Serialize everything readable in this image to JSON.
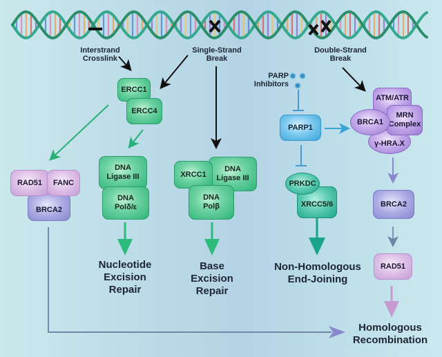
{
  "damage_labels": {
    "interstrand": [
      "Interstrand",
      "Crosslink"
    ],
    "single_strand": [
      "Single-Strand",
      "Break"
    ],
    "double_strand": [
      "Double-Strand",
      "Break"
    ]
  },
  "parp_inhibitors": [
    "PARP",
    "Inhibitors"
  ],
  "proteins": {
    "ercc1": "ERCC1",
    "ercc4": "ERCC4",
    "rad51_fanc": "RAD51",
    "fanc": "FANC",
    "brca2_left": "BRCA2",
    "ner_ligase": [
      "DNA",
      "Ligase III"
    ],
    "ner_pol": [
      "DNA",
      "Polδ/ε"
    ],
    "xrcc1": "XRCC1",
    "ber_ligase": [
      "DNA",
      "Ligase III"
    ],
    "ber_pol": [
      "DNA",
      "Polβ"
    ],
    "parp1": "PARP1",
    "prkdc": "PRKDC",
    "xrcc56": "XRCC5/6",
    "atm_atr": "ATM/ATR",
    "brca1": "BRCA1",
    "mrn": [
      "MRN",
      "Complex"
    ],
    "h2ax": "γ-HRA.X",
    "brca2_right": "BRCA2",
    "rad51_right": "RAD51"
  },
  "pathways": {
    "ner": [
      "Nucleotide",
      "Excision",
      "Repair"
    ],
    "ber": [
      "Base",
      "Excision",
      "Repair"
    ],
    "nhej": [
      "Non-Homologous",
      "End-Joining"
    ],
    "hr": [
      "Homologous",
      "Recombination"
    ]
  },
  "colors": {
    "green": "#2fb37a",
    "teal": "#1da58a",
    "blue": "#3ba3d8",
    "purple": "#9b78d4",
    "pink": "#c69ed6",
    "lavender": "#8787cf",
    "dna_strand": "#2a8f6a",
    "arrow_dark": "#111111"
  }
}
